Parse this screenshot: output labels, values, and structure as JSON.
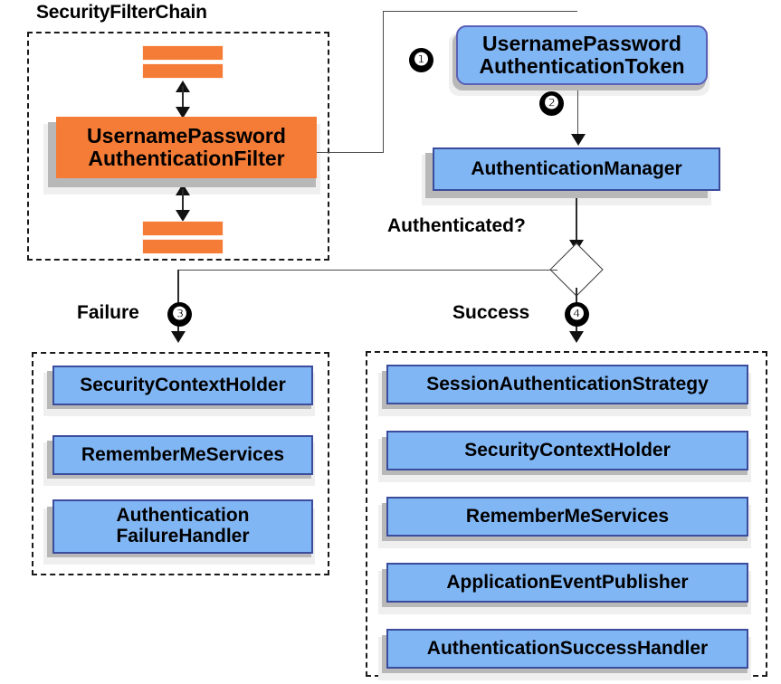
{
  "diagram": {
    "title": "Spring Security UsernamePasswordAuthenticationFilter flow",
    "colors": {
      "orange": "#f57c36",
      "blue": "#81b6f5",
      "blue_border": "#3b4c9c",
      "badge": "#000000",
      "line": "#2b2b2b"
    }
  },
  "filter_chain": {
    "title": "SecurityFilterChain",
    "filter_node": "UsernamePassword\nAuthenticationFilter",
    "upper_bars": [
      "filter-bar",
      "filter-bar"
    ],
    "lower_bars": [
      "filter-bar",
      "filter-bar"
    ]
  },
  "flow": {
    "token_node": "UsernamePassword\nAuthenticationToken",
    "manager_node": "AuthenticationManager",
    "decision_label": "Authenticated?",
    "failure_label": "Failure",
    "success_label": "Success",
    "badges": {
      "one": "❶",
      "two": "❷",
      "three": "❸",
      "four": "❹"
    }
  },
  "failure_group": {
    "items": [
      "SecurityContextHolder",
      "RememberMeServices",
      "Authentication\nFailureHandler"
    ]
  },
  "success_group": {
    "items": [
      "SessionAuthenticationStrategy",
      "SecurityContextHolder",
      "RememberMeServices",
      "ApplicationEventPublisher",
      "AuthenticationSuccessHandler"
    ]
  }
}
